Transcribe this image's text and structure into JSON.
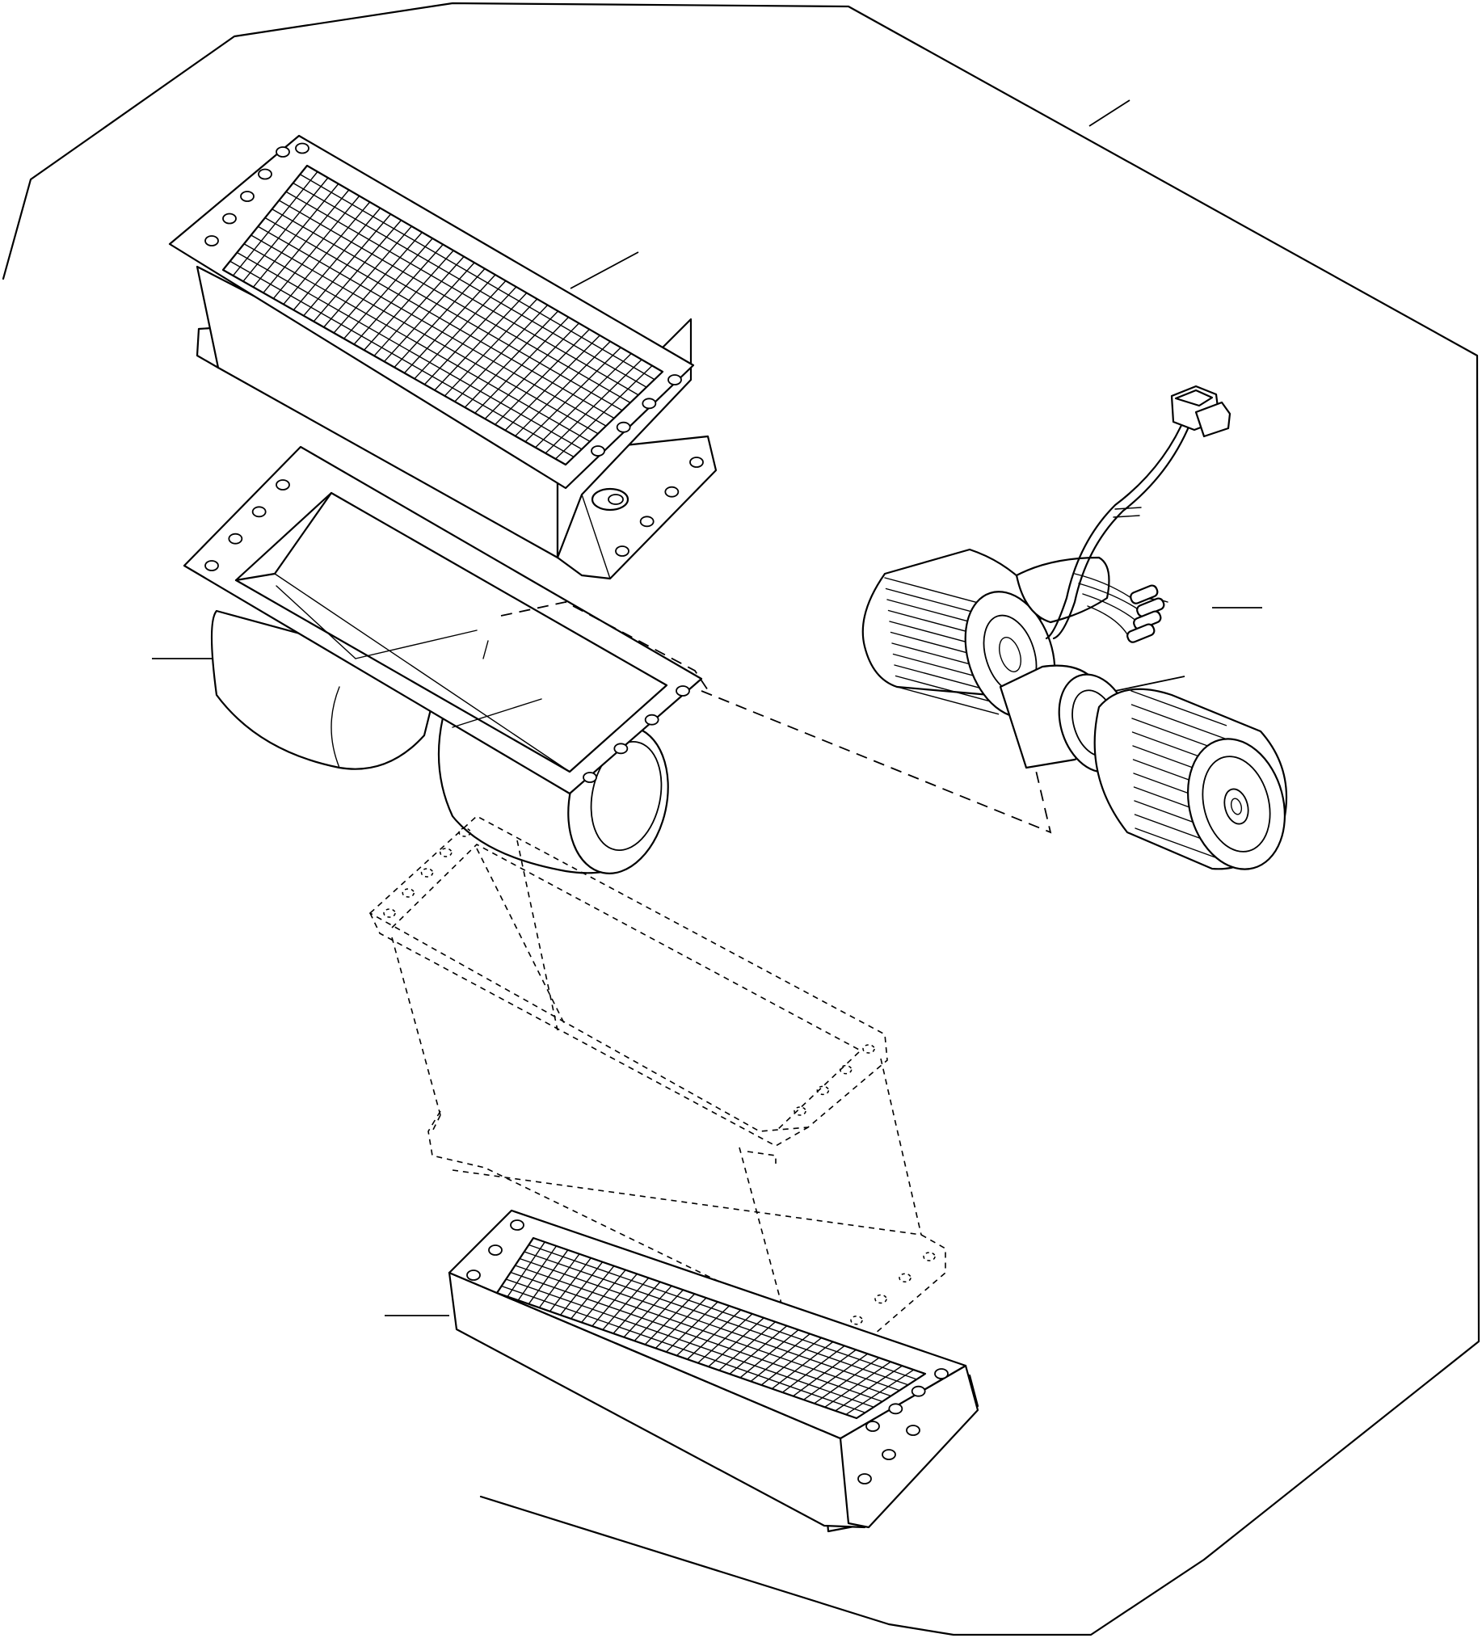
{
  "diagram": {
    "type": "exploded-assembly-drawing",
    "parts": [
      {
        "name": "upper-heater-core",
        "icon": "radiator-grille-icon"
      },
      {
        "name": "blower-housing",
        "icon": "blower-housing-icon"
      },
      {
        "name": "lower-duct-phantom",
        "icon": "dashed-duct-icon"
      },
      {
        "name": "lower-heater-core",
        "icon": "radiator-grille-icon"
      },
      {
        "name": "blower-motor-fan",
        "icon": "fan-wheel-icon"
      },
      {
        "name": "wire-harness-connector",
        "icon": "connector-icon"
      }
    ],
    "colors": {
      "line": "#000000",
      "background": "#ffffff"
    }
  }
}
